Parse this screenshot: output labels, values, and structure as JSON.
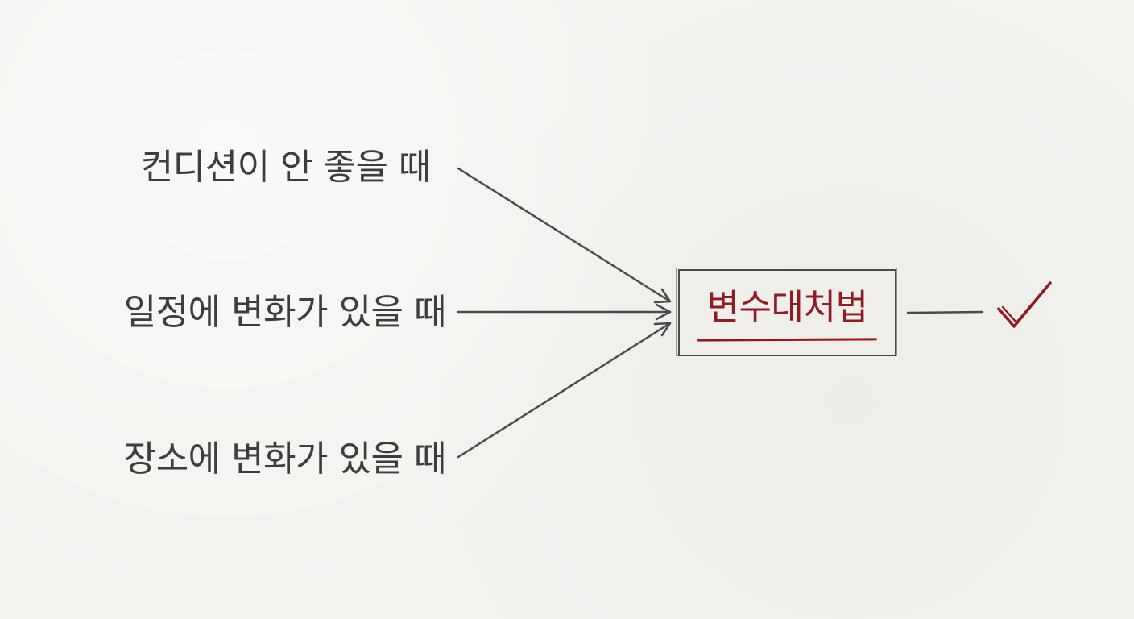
{
  "conditions": [
    "컨디션이 안 좋을 때",
    "일정에 변화가 있을 때",
    "장소에 변화가 있을 때"
  ],
  "result": {
    "label": "변수대처법"
  },
  "colors": {
    "background": "#f3f2ef",
    "text": "#3d3d3d",
    "accent": "#8c1d25",
    "line": "#4a4a4a"
  },
  "icons": {
    "check": "checkmark-icon"
  }
}
